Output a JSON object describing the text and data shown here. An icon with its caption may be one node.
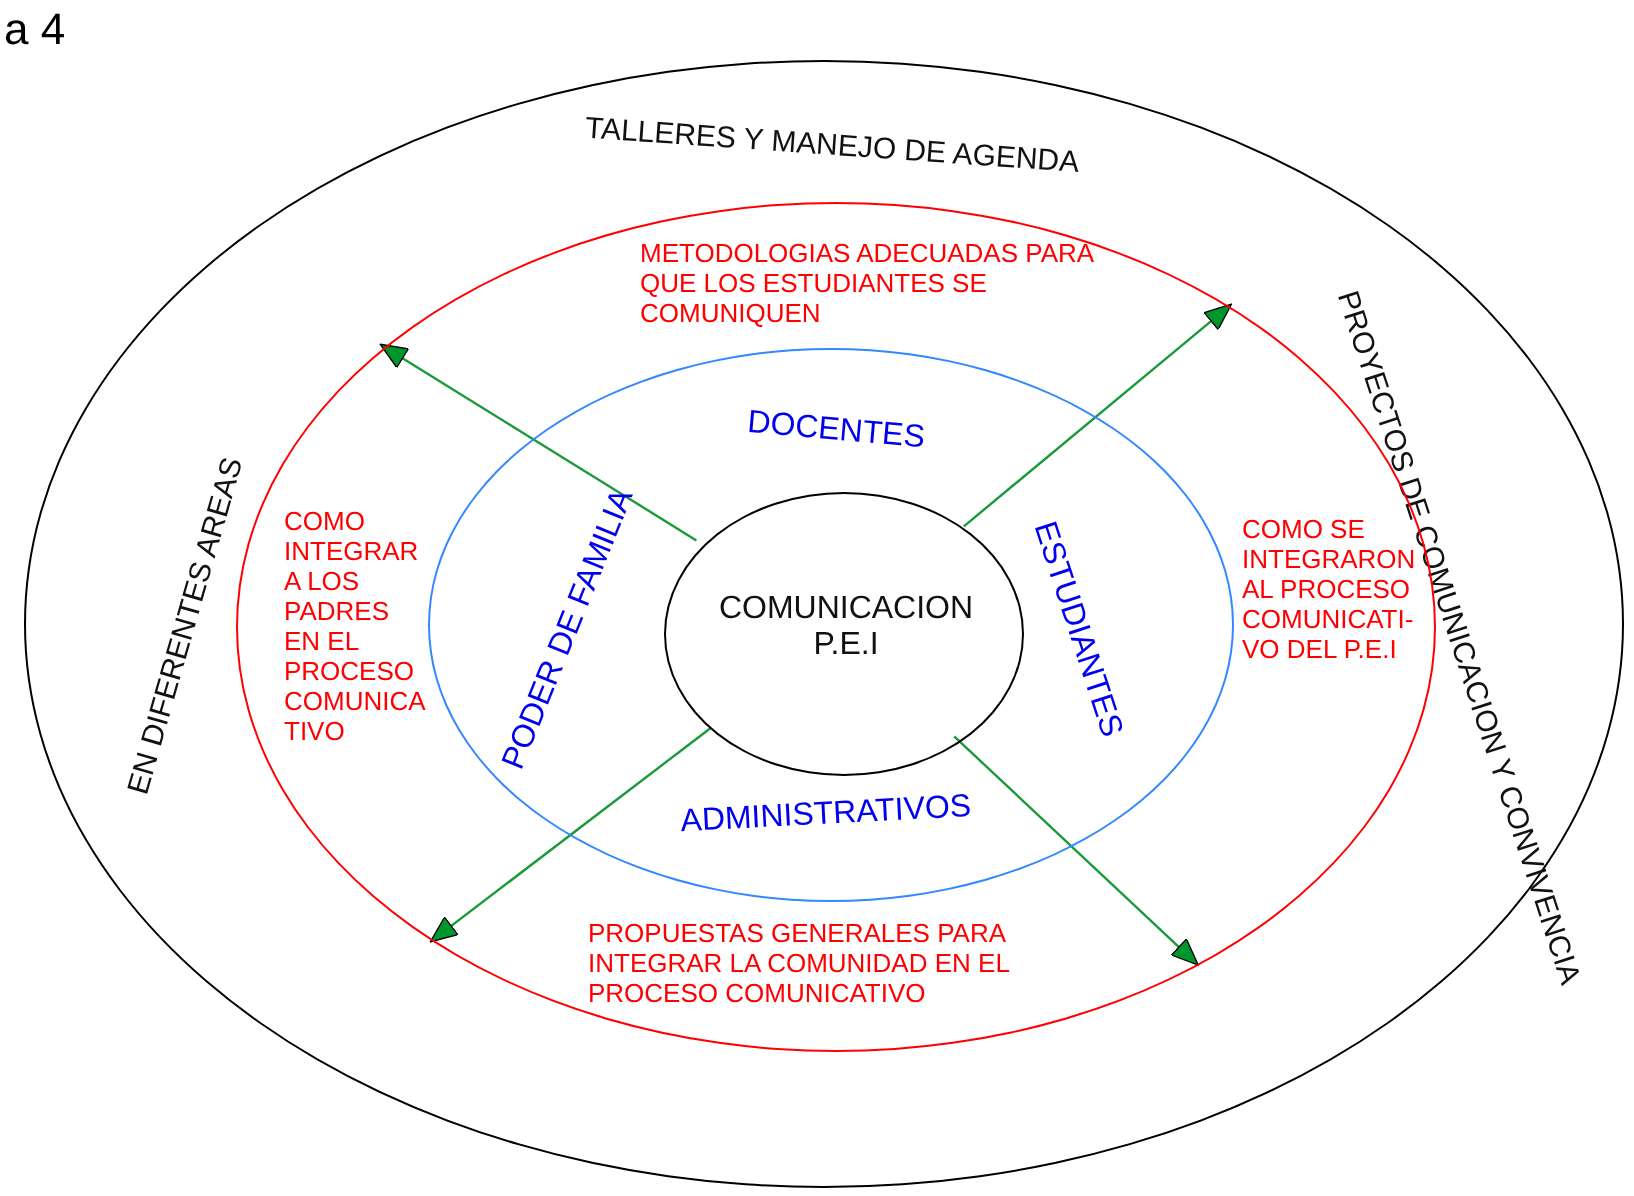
{
  "diagram": {
    "nodes": [
      {
        "text": [
          "TALLERES Y MANEJO DE AGENDA",
          "PROYECTOS DE COMUNICACION Y CONVIVENCIA",
          "EN DIFERENTES AREAS"
        ]
      },
      {
        "text": [
          "METODOLOGIAS ADECUADAS PARA QUE LOS ESTUDIANTES SE COMUNIQUEN",
          "COMO INTEGRAR A LOS PADRES EN EL PROCESO COMUNICA TIVO",
          "COMO SE INTEGRARON AL PROCESO COMUNICATI- VO DEL P.E.I",
          "PROPUESTAS GENERALES PARA INTEGRAR LA COMUNIDAD EN EL PROCESO COMUNICATIVO"
        ],
        "in": 0
      },
      {
        "text": [
          "DOCENTES",
          "ESTUDIANTES",
          "ADMINISTRATIVOS",
          "PODER DE FAMILIA"
        ],
        "in": 1
      },
      {
        "text": [
          "COMUNICACION P.E.I"
        ],
        "in": 2
      }
    ],
    "edges": [
      {
        "from": 3,
        "to": 1,
        "arrow": "to"
      },
      {
        "from": 3,
        "to": 1,
        "arrow": "to"
      },
      {
        "from": 3,
        "to": 1,
        "arrow": "to"
      },
      {
        "from": 3,
        "to": 1,
        "arrow": "to"
      }
    ],
    "labels": [
      "a 4"
    ]
  }
}
